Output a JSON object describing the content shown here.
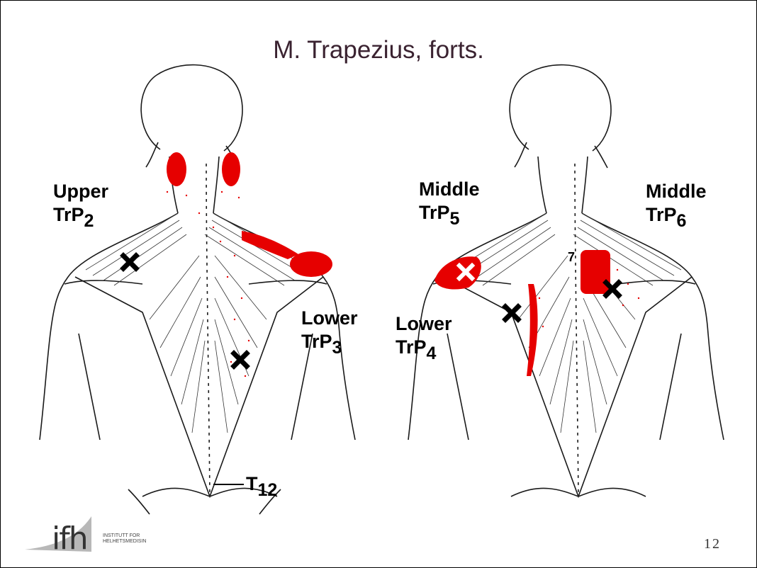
{
  "slide": {
    "title": "M. Trapezius, forts.",
    "page_number": "12"
  },
  "labels": {
    "upper": {
      "line1": "Upper",
      "base": "TrP",
      "sub": "2"
    },
    "lower3": {
      "line1": "Lower",
      "base": "TrP",
      "sub": "3"
    },
    "t12": {
      "base": "T",
      "sub": "12"
    },
    "middle5": {
      "line1": "Middle",
      "base": "TrP",
      "sub": "5"
    },
    "middle6": {
      "line1": "Middle",
      "base": "TrP",
      "sub": "6"
    },
    "lower4": {
      "line1": "Lower",
      "base": "TrP",
      "sub": "4"
    },
    "seven": "7"
  },
  "logo": {
    "mark": "ifh",
    "line1": "INSTITUTT FOR",
    "line2": "HELHETSMEDISIN"
  },
  "colors": {
    "referral_red": "#e60000",
    "outline": "#1a1a1a",
    "logo_grey": "#b8b8b8",
    "title_color": "#3a2230"
  }
}
